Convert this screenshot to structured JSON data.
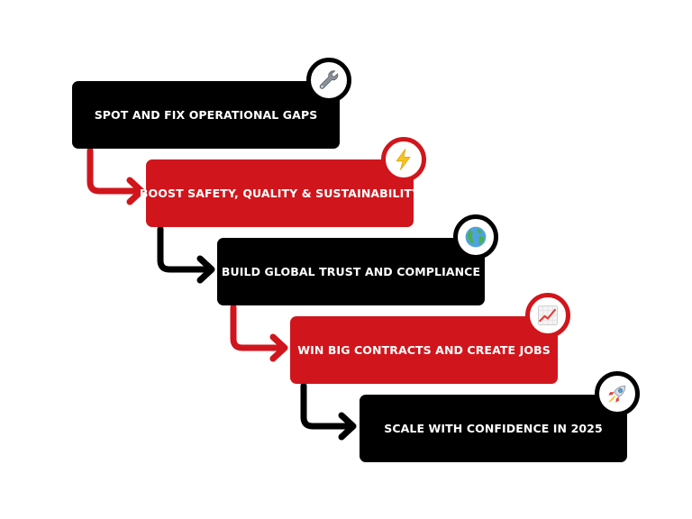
{
  "colors": {
    "black": "#000000",
    "red": "#d0161c",
    "white": "#ffffff"
  },
  "steps": [
    {
      "label": "SPOT AND FIX OPERATIONAL GAPS",
      "color": "black",
      "icon": "wrench-icon"
    },
    {
      "label": "BOOST SAFETY, QUALITY & SUSTAINABILITY",
      "color": "red",
      "icon": "lightning-icon"
    },
    {
      "label": "BUILD GLOBAL TRUST AND COMPLIANCE",
      "color": "black",
      "icon": "globe-icon"
    },
    {
      "label": "WIN BIG CONTRACTS AND CREATE JOBS",
      "color": "red",
      "icon": "chart-increasing-icon"
    },
    {
      "label": "SCALE WITH CONFIDENCE IN 2025",
      "color": "black",
      "icon": "rocket-icon"
    }
  ]
}
